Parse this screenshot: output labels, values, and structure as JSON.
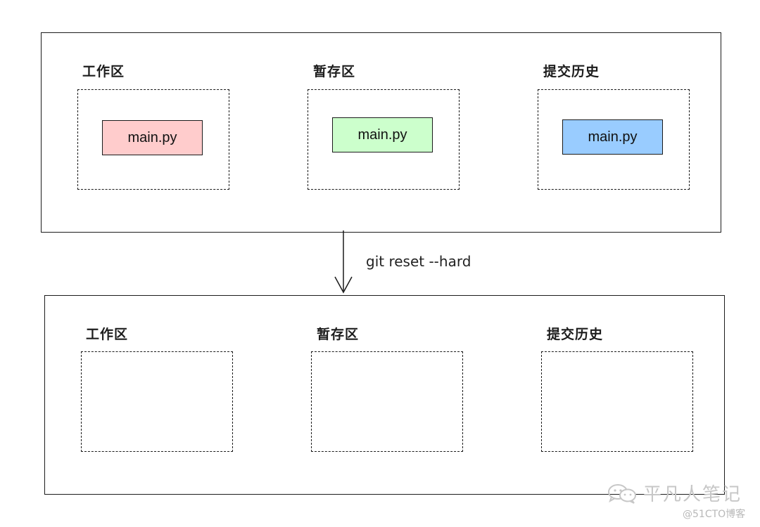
{
  "before": {
    "areas": [
      {
        "label": "工作区",
        "file": "main.py",
        "file_color": "#ffcccc"
      },
      {
        "label": "暂存区",
        "file": "main.py",
        "file_color": "#ccffcc"
      },
      {
        "label": "提交历史",
        "file": "main.py",
        "file_color": "#99ccff"
      }
    ]
  },
  "transition": {
    "command": "git reset --hard"
  },
  "after": {
    "areas": [
      {
        "label": "工作区"
      },
      {
        "label": "暂存区"
      },
      {
        "label": "提交历史"
      }
    ]
  },
  "watermark": {
    "name": "平凡人笔记",
    "site": "@51CTO博客",
    "icon": "wechat-icon"
  }
}
